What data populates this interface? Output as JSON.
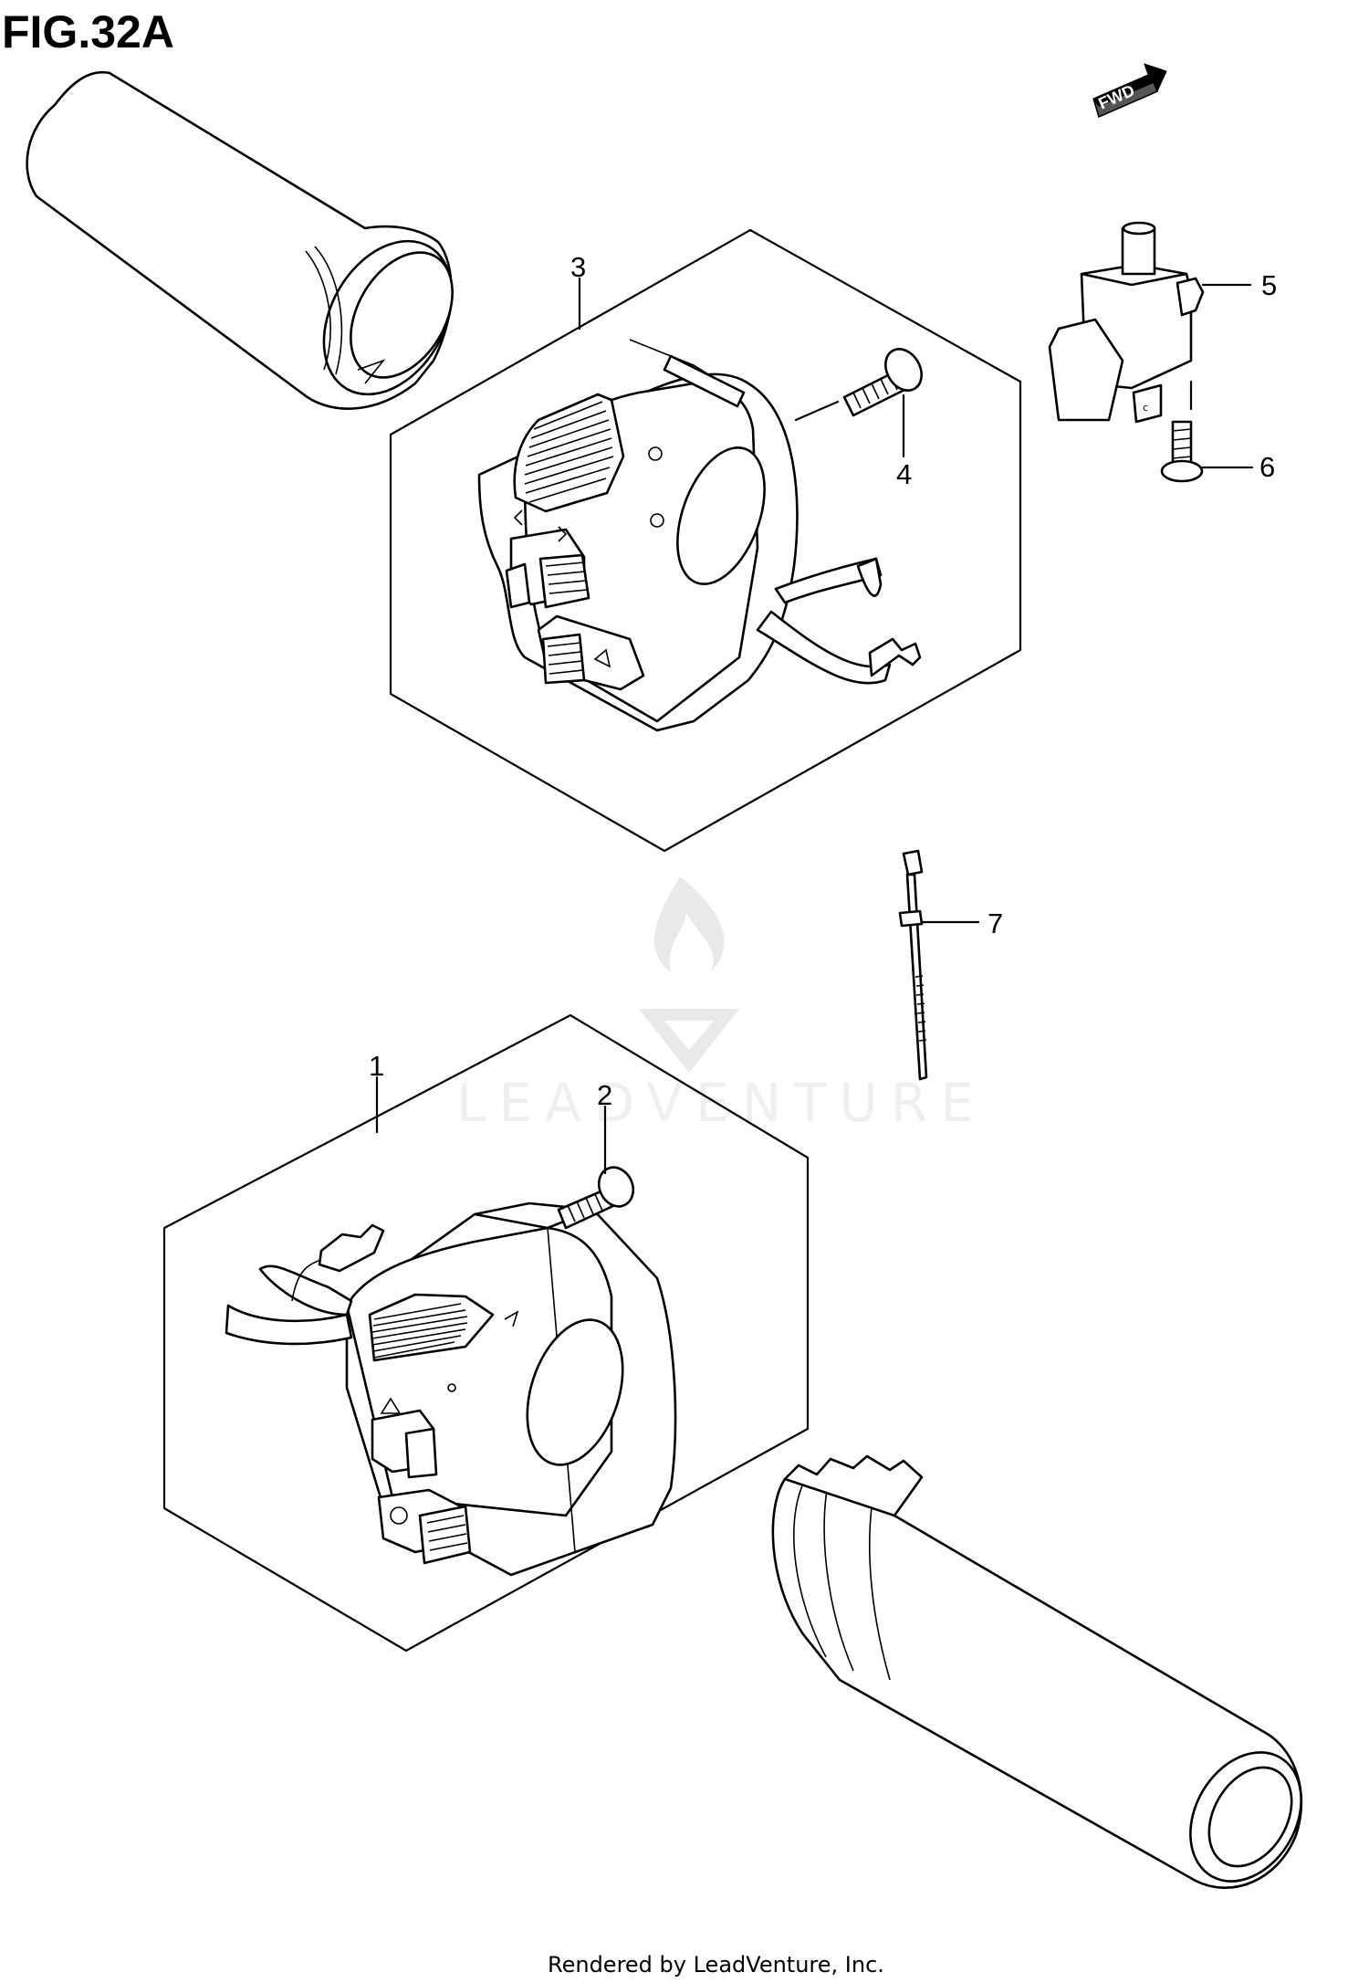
{
  "figure": {
    "title": "FIG.32A"
  },
  "direction_marker": "FWD",
  "callouts": [
    {
      "number": "1"
    },
    {
      "number": "2"
    },
    {
      "number": "3"
    },
    {
      "number": "4"
    },
    {
      "number": "5"
    },
    {
      "number": "6"
    },
    {
      "number": "7"
    }
  ],
  "watermark": "LEADVENTURE",
  "footer": "Rendered by LeadVenture, Inc."
}
